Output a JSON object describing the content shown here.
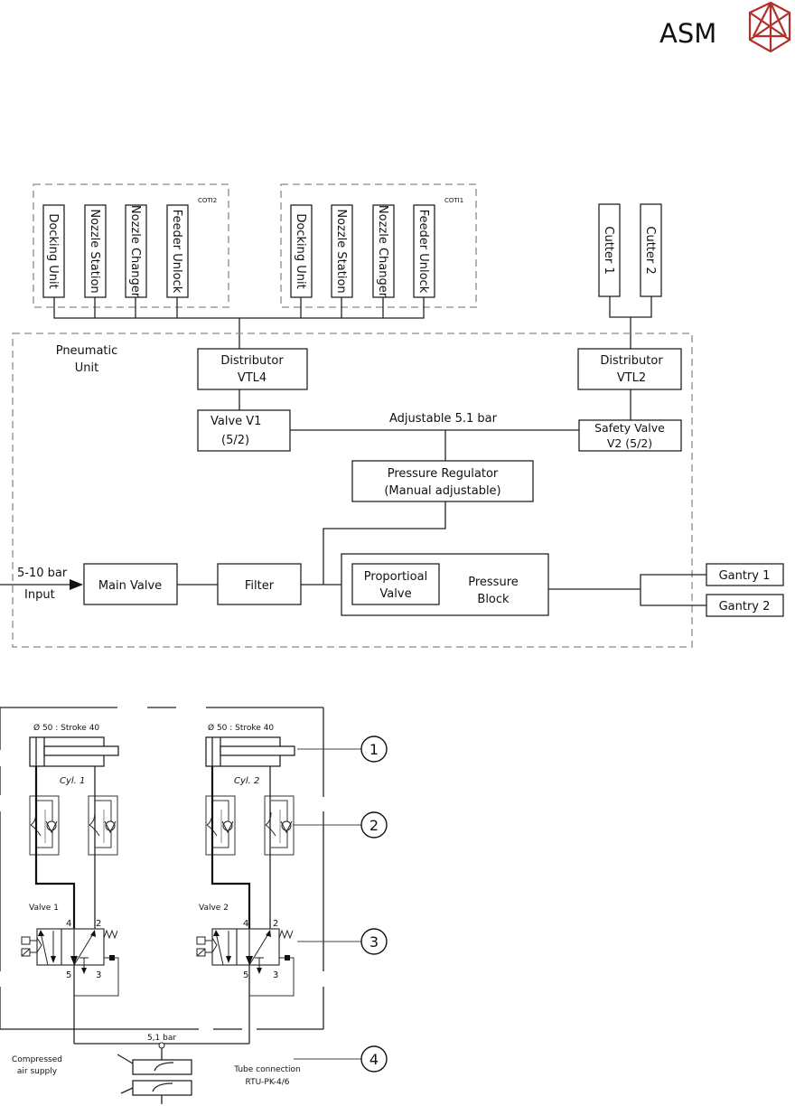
{
  "logo": {
    "text": "ASM",
    "icon": "asm-polyhedron-logo-icon",
    "color": "#b2302a"
  },
  "block_diagram": {
    "groups": {
      "coti2": "COTI2",
      "coti1": "COTI1",
      "pneumatic_unit": [
        "Pneumatic",
        "Unit"
      ]
    },
    "coti2_units": [
      "Docking Unit",
      "Nozzle Station",
      "Nozzle Changer",
      "Feeder Unlock"
    ],
    "coti1_units": [
      "Docking Unit",
      "Nozzle Station",
      "Nozzle Changer",
      "Feeder Unlock"
    ],
    "cutters": [
      "Cutter 1",
      "Cutter 2"
    ],
    "distributor_vtl4": [
      "Distributor",
      "VTL4"
    ],
    "distributor_vtl2": [
      "Distributor",
      "VTL2"
    ],
    "valve_v1": [
      "Valve V1",
      "(5/2)"
    ],
    "safety_valve_v2": [
      "Safety Valve",
      "V2 (5/2)"
    ],
    "adjustable_label": "Adjustable 5.1 bar",
    "pressure_regulator": [
      "Pressure Regulator",
      "(Manual adjustable)"
    ],
    "input_label": [
      "5-10 bar",
      "Input"
    ],
    "main_valve": "Main Valve",
    "filter": "Filter",
    "proportional_valve": [
      "Proportioal",
      "Valve"
    ],
    "pressure_block": [
      "Pressure",
      "Block"
    ],
    "gantries": [
      "Gantry 1",
      "Gantry 2"
    ]
  },
  "schematic": {
    "cylinders": [
      {
        "spec": "Ø 50 : Stroke 40",
        "label": "Cyl. 1"
      },
      {
        "spec": "Ø 50 : Stroke 40",
        "label": "Cyl. 2"
      }
    ],
    "valves": [
      {
        "label": "Valve 1",
        "ports": [
          "4",
          "2",
          "5",
          "3"
        ]
      },
      {
        "label": "Valve 2",
        "ports": [
          "4",
          "2",
          "5",
          "3"
        ]
      }
    ],
    "supply_pressure": "5,1 bar",
    "supply_label": [
      "Compressed",
      "air supply"
    ],
    "tube_label": [
      "Tube connection",
      "RTU-PK-4/6"
    ],
    "callouts": [
      "1",
      "2",
      "3",
      "4"
    ]
  }
}
